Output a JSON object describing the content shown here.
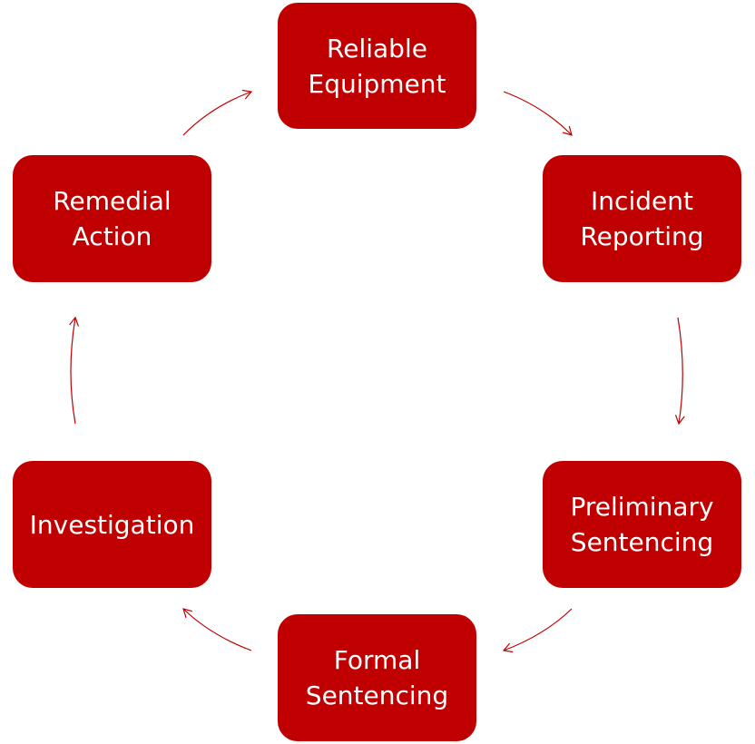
{
  "diagram": {
    "type": "cycle",
    "accent_color": "#c00000",
    "text_color": "#ffffff",
    "nodes": [
      {
        "id": "reliable-equipment",
        "lines": [
          "Reliable",
          "Equipment"
        ]
      },
      {
        "id": "incident-reporting",
        "lines": [
          "Incident",
          "Reporting"
        ]
      },
      {
        "id": "preliminary-sentencing",
        "lines": [
          "Preliminary",
          "Sentencing"
        ]
      },
      {
        "id": "formal-sentencing",
        "lines": [
          "Formal",
          "Sentencing"
        ]
      },
      {
        "id": "investigation",
        "lines": [
          "Investigation"
        ]
      },
      {
        "id": "remedial-action",
        "lines": [
          "Remedial",
          "Action"
        ]
      }
    ],
    "edges": [
      {
        "from": "reliable-equipment",
        "to": "incident-reporting"
      },
      {
        "from": "incident-reporting",
        "to": "preliminary-sentencing"
      },
      {
        "from": "preliminary-sentencing",
        "to": "formal-sentencing"
      },
      {
        "from": "formal-sentencing",
        "to": "investigation"
      },
      {
        "from": "investigation",
        "to": "remedial-action"
      },
      {
        "from": "remedial-action",
        "to": "reliable-equipment"
      }
    ]
  }
}
